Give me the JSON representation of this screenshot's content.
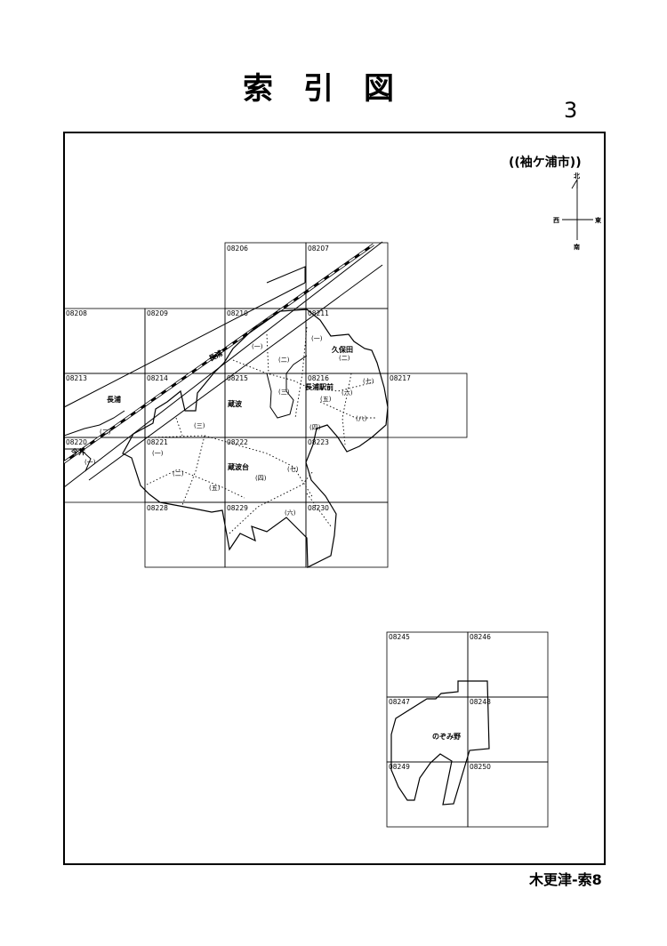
{
  "header": {
    "title": "索引図",
    "page_number": "3"
  },
  "city": {
    "name": "((袖ケ浦市))"
  },
  "compass": {
    "north": "北",
    "south": "南",
    "east": "東",
    "west": "西"
  },
  "tiles": {
    "t08206": "08206",
    "t08207": "08207",
    "t08208": "08208",
    "t08209": "08209",
    "t08210": "08210",
    "t08211": "08211",
    "t08213": "08213",
    "t08214": "08214",
    "t08215": "08215",
    "t08216": "08216",
    "t08217": "08217",
    "t08220": "08220",
    "t08221": "08221",
    "t08222": "08222",
    "t08223": "08223",
    "t08228": "08228",
    "t08229": "08229",
    "t08230": "08230",
    "t08245": "08245",
    "t08246": "08246",
    "t08247": "08247",
    "t08248": "08248",
    "t08249": "08249",
    "t08250": "08250"
  },
  "places": {
    "nagaura_rail": "長浦",
    "nagaura": "長浦",
    "kubota": "久保田",
    "nagaura_ekimae": "長浦駅前",
    "kuranami": "蔵波",
    "kuranamidai": "蔵波台",
    "imai": "今井",
    "nozomino": "のぞみ野"
  },
  "sublabels": {
    "s1": "(一)",
    "s2": "(二)",
    "s3": "(三)",
    "s4": "(一)",
    "s5": "(二)",
    "s6": "(三)",
    "s7": "(七)",
    "s8": "(六)",
    "s9": "(五)",
    "s10": "(八)",
    "s11": "(四)",
    "s12": "(二)",
    "s13": "(一)",
    "s14": "(三)",
    "s15": "(一)",
    "s16": "(二)",
    "s17": "(五)",
    "s18": "(四)",
    "s19": "(七)",
    "s20": "(六)"
  },
  "footer": {
    "code": "木更津-索8"
  }
}
